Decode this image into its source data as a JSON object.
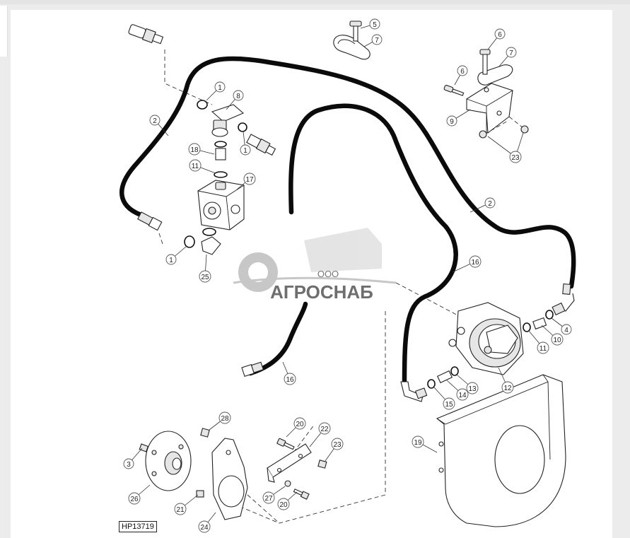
{
  "figure": {
    "reference_code": "HP13719",
    "callouts": [
      {
        "label": "1"
      },
      {
        "label": "1"
      },
      {
        "label": "1"
      },
      {
        "label": "2"
      },
      {
        "label": "2"
      },
      {
        "label": "3"
      },
      {
        "label": "4"
      },
      {
        "label": "5"
      },
      {
        "label": "6"
      },
      {
        "label": "6"
      },
      {
        "label": "7"
      },
      {
        "label": "7"
      },
      {
        "label": "8"
      },
      {
        "label": "9"
      },
      {
        "label": "10"
      },
      {
        "label": "11"
      },
      {
        "label": "11"
      },
      {
        "label": "12"
      },
      {
        "label": "13"
      },
      {
        "label": "14"
      },
      {
        "label": "15"
      },
      {
        "label": "16"
      },
      {
        "label": "16"
      },
      {
        "label": "17"
      },
      {
        "label": "18"
      },
      {
        "label": "19"
      },
      {
        "label": "20"
      },
      {
        "label": "20"
      },
      {
        "label": "21"
      },
      {
        "label": "22"
      },
      {
        "label": "23"
      },
      {
        "label": "23"
      },
      {
        "label": "24"
      },
      {
        "label": "25"
      },
      {
        "label": "26"
      },
      {
        "label": "27"
      },
      {
        "label": "28"
      }
    ]
  },
  "watermark": {
    "company_form": "ООО",
    "company_name": "АГРОСНАБ"
  }
}
